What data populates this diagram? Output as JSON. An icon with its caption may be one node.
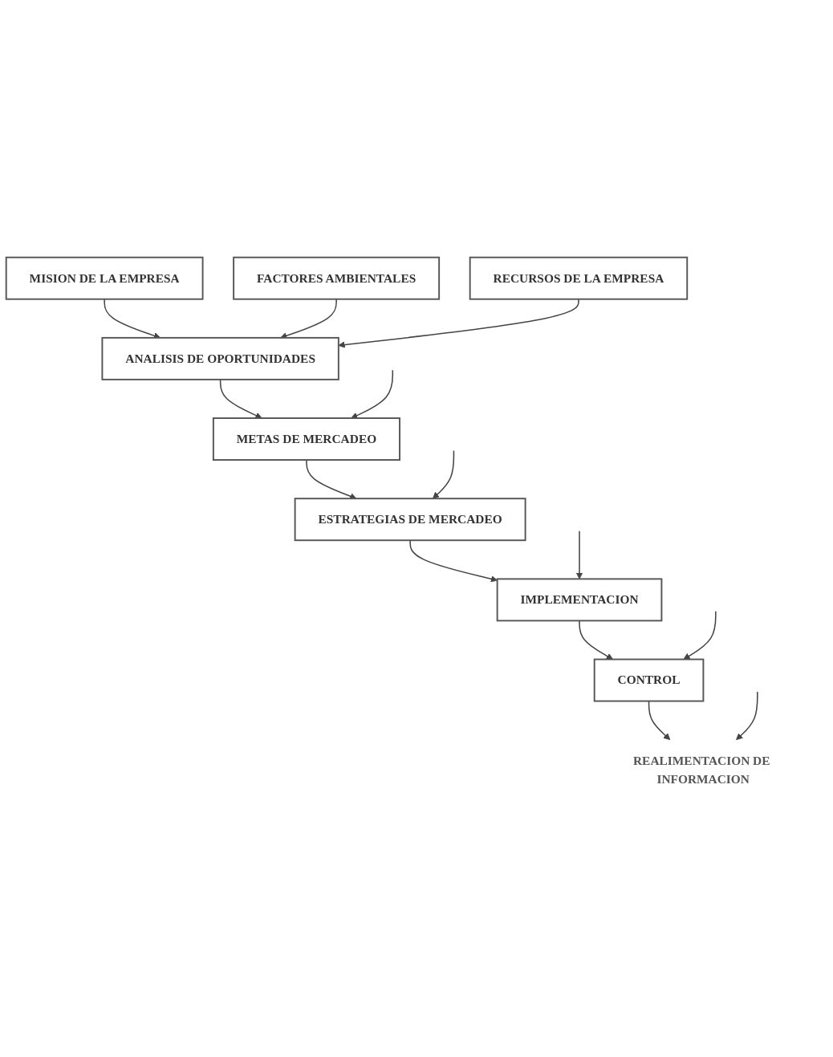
{
  "diagram": {
    "nodes": [
      {
        "text": [
          "MISION DE LA EMPRESA"
        ]
      },
      {
        "text": [
          "FACTORES AMBIENTALES"
        ]
      },
      {
        "text": [
          "ANALISIS DE OPORTUNIDADES"
        ]
      },
      {
        "text": [
          "RECURSOS DE LA EMPRESA"
        ]
      },
      {
        "text": [
          "METAS DE MERCADEO"
        ]
      },
      {
        "text": [
          "ESTRATEGIAS DE MERCADEO"
        ]
      },
      {
        "text": [
          "IMPLEMENTACION"
        ]
      },
      {
        "text": [
          "CONTROL"
        ]
      },
      {
        "text": [
          "REALIMENTACION DE INFORMACION"
        ]
      }
    ],
    "edges": [
      {
        "from": 0,
        "to": 2,
        "arrow": "to"
      },
      {
        "from": 1,
        "to": 2,
        "arrow": "to"
      },
      {
        "from": 3,
        "to": 2,
        "arrow": "to"
      },
      {
        "from": 2,
        "to": 4,
        "arrow": "to"
      },
      {
        "from": 4,
        "to": 5,
        "arrow": "to"
      },
      {
        "from": 5,
        "to": 6,
        "arrow": "to"
      },
      {
        "from": 6,
        "to": 7,
        "arrow": "to"
      },
      {
        "from": 7,
        "to": 8,
        "arrow": "to"
      },
      {
        "from": null,
        "to": 4,
        "arrow": "to"
      },
      {
        "from": null,
        "to": 5,
        "arrow": "to"
      },
      {
        "from": null,
        "to": 6,
        "arrow": "to"
      },
      {
        "from": null,
        "to": 7,
        "arrow": "to"
      },
      {
        "from": null,
        "to": 8,
        "arrow": "to"
      }
    ]
  }
}
